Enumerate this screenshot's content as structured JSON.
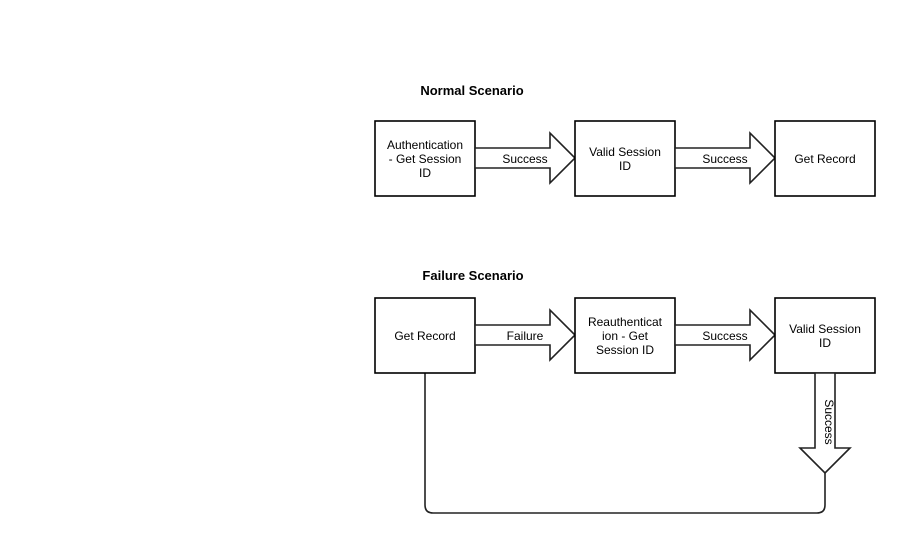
{
  "normal": {
    "title": "Normal Scenario",
    "box1": [
      "Authentication",
      "- Get Session",
      "ID"
    ],
    "arrow1": "Success",
    "box2": [
      "Valid Session",
      "ID"
    ],
    "arrow2": "Success",
    "box3": [
      "Get Record"
    ]
  },
  "failure": {
    "title": "Failure Scenario",
    "box1": [
      "Get Record"
    ],
    "arrow1": "Failure",
    "box2": [
      "Reauthenticat",
      "ion - Get",
      "Session ID"
    ],
    "arrow2": "Success",
    "box3": [
      "Valid Session",
      "ID"
    ],
    "arrow_down": "Success"
  },
  "colors": {
    "stroke": "#000000",
    "fill": "#ffffff"
  }
}
